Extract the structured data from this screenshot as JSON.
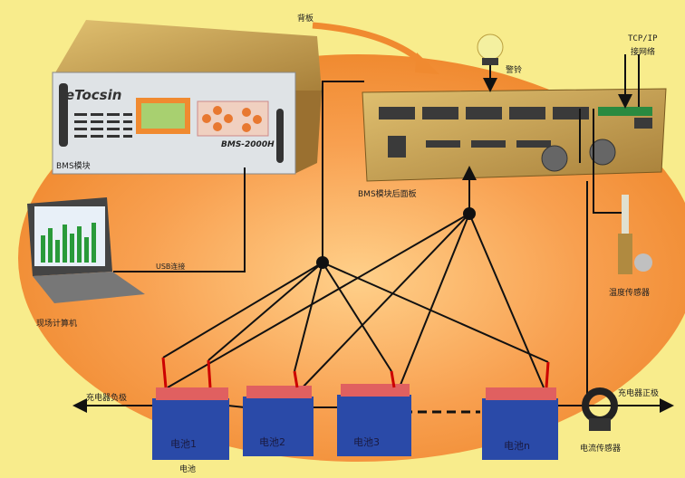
{
  "labels": {
    "backplane": "背板",
    "alarm_bell": "警铃",
    "tcpip": "TCP/IP",
    "network": "接网络",
    "bms_module": "BMS模块",
    "bms_rear_panel": "BMS模块后面板",
    "usb": "USB连接",
    "computer": "现场计算机",
    "temp_sensor": "温度传感器",
    "charger_negative": "充电器负极",
    "charger_positive": "充电器正极",
    "current_sensor": "电流传感器",
    "battery_group": "电池"
  },
  "device": {
    "brand": "eTocsin",
    "model": "BMS-2000H"
  },
  "batteries": [
    "电池1",
    "电池2",
    "电池3",
    "电池n"
  ],
  "colors": {
    "background": "#f8ec8c",
    "ellipse": "#f59a3c",
    "battery": "#2a4aa8",
    "gold": "#c9a24a"
  }
}
